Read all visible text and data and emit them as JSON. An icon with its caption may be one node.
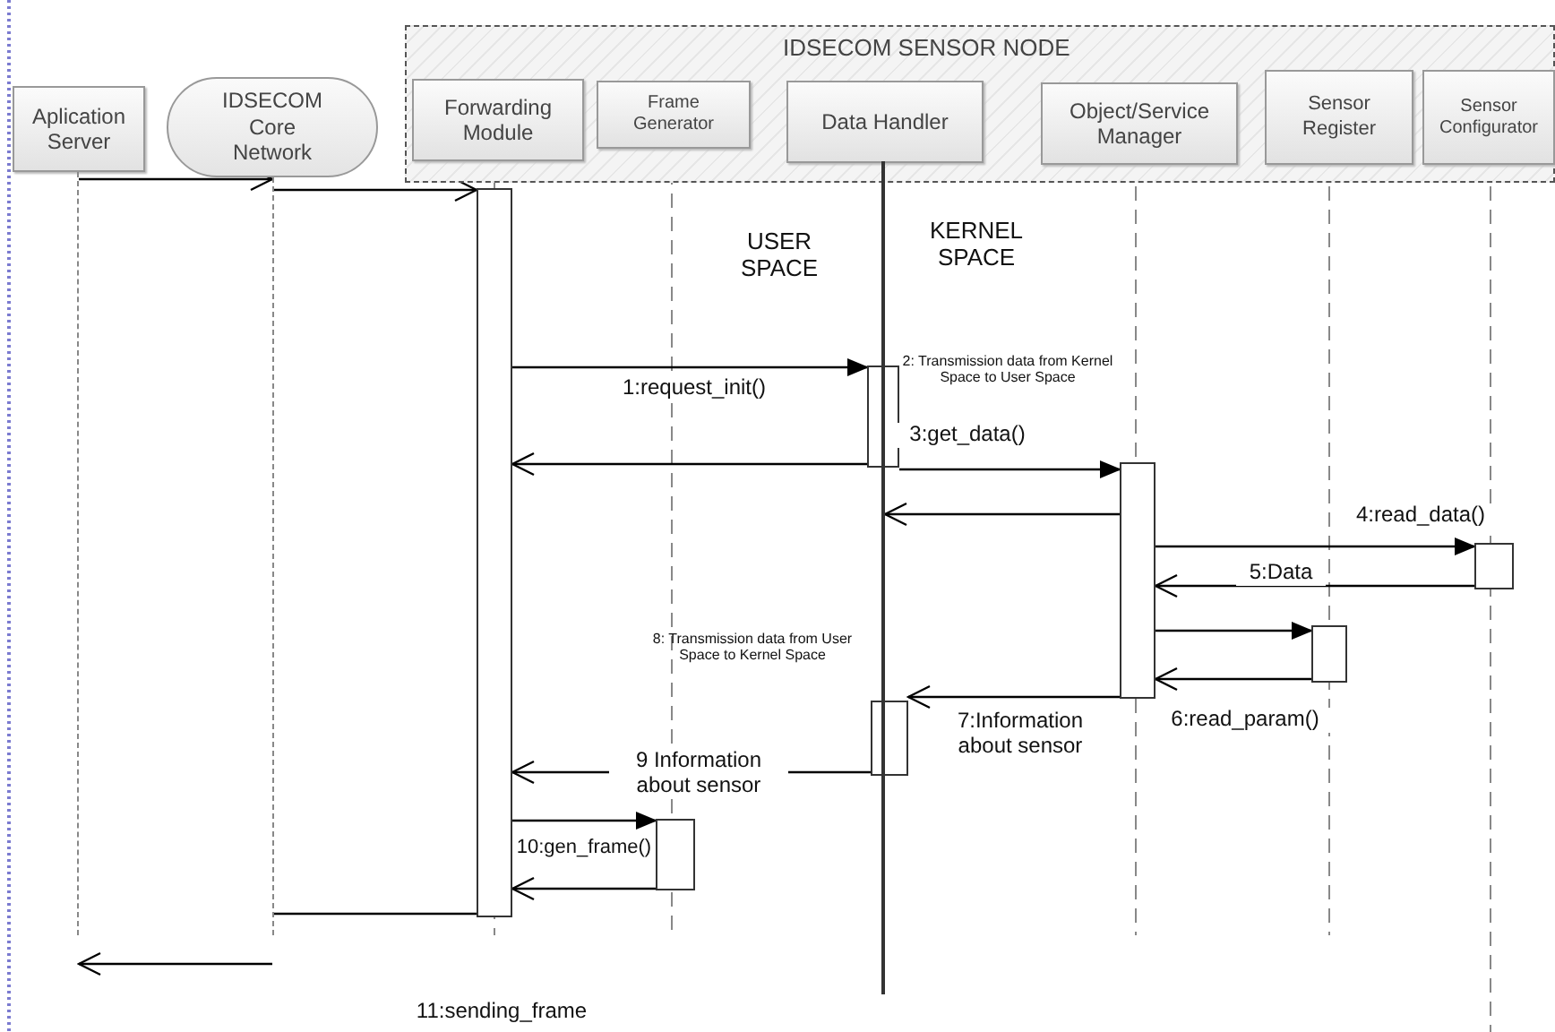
{
  "diagram": {
    "nodes": [
      {
        "text": [
          "IDSECOM SENSOR NODE"
        ]
      },
      {
        "text": [
          "Aplication Server"
        ]
      },
      {
        "text": [
          "IDSECOM Core Network"
        ]
      },
      {
        "text": [
          "Forwarding Module"
        ],
        "in": 0
      },
      {
        "text": [
          "Frame Generator"
        ],
        "in": 0
      },
      {
        "text": [
          "Data Handler"
        ],
        "in": 0
      },
      {
        "text": [
          "Object/Service Manager"
        ],
        "in": 0
      },
      {
        "text": [
          "Sensor Register"
        ],
        "in": 0
      },
      {
        "text": [
          "Sensor Configurator"
        ],
        "in": 0
      },
      {
        "text": [],
        "shape": "bar"
      },
      {
        "text": [],
        "shape": "bar"
      },
      {
        "text": [],
        "shape": "bar"
      },
      {
        "text": [],
        "shape": "bar"
      },
      {
        "text": [],
        "shape": "bar"
      },
      {
        "text": [],
        "shape": "bar"
      },
      {
        "text": [],
        "shape": "bar"
      },
      {
        "text": [],
        "shape": "line"
      },
      {
        "text": [],
        "shape": "line"
      },
      {
        "text": [],
        "shape": "line"
      }
    ],
    "edges": [
      {
        "from": 16,
        "to": 17,
        "arrow": "to"
      },
      {
        "from": 17,
        "to": 9,
        "arrow": "to"
      },
      {
        "from": 9,
        "to": 10,
        "arrow": "to",
        "label": "1:request_init()"
      },
      {
        "from": 10,
        "to": 9,
        "arrow": "to"
      },
      {
        "from": 10,
        "to": 11,
        "arrow": "to",
        "label": "3:get_data()"
      },
      {
        "from": 11,
        "to": 18,
        "arrow": "to"
      },
      {
        "from": 11,
        "to": 12,
        "arrow": "to",
        "label": "4:read_data()"
      },
      {
        "from": 12,
        "to": 11,
        "arrow": "to",
        "label": "5:Data"
      },
      {
        "from": 11,
        "to": 13,
        "arrow": "to"
      },
      {
        "from": 13,
        "to": 11,
        "arrow": "to",
        "label": "6:read_param()"
      },
      {
        "from": 11,
        "to": 14,
        "arrow": "to",
        "label": "7:Information about sensor"
      },
      {
        "from": 14,
        "to": 9,
        "arrow": "to",
        "label": "9 Information about sensor"
      },
      {
        "from": 9,
        "to": 15,
        "arrow": "to",
        "label": "10:gen_frame()"
      },
      {
        "from": 15,
        "to": 9,
        "arrow": "to"
      },
      {
        "from": 9,
        "to": 17,
        "arrow": "none"
      },
      {
        "from": 17,
        "to": 16,
        "arrow": "to"
      }
    ],
    "labels": [
      "USER SPACE",
      "KERNEL SPACE",
      "2: Transmission data from Kernel Space to User Space",
      "8: Transmission data from User Space to Kernel Space",
      "11:sending_frame"
    ]
  }
}
